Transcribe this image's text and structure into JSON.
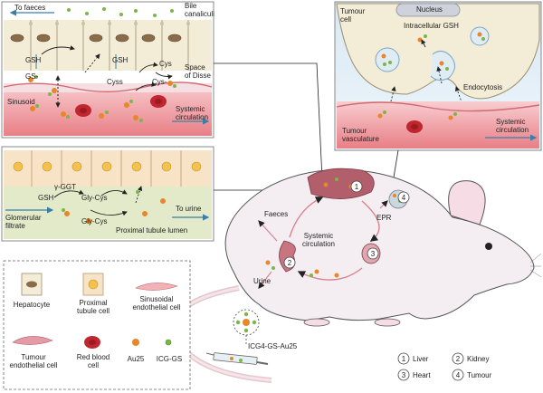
{
  "liver_panel": {
    "to_faeces": "To faeces",
    "bile_canaliculi": "Bile canaliculi",
    "gsh_left": "GSH",
    "gsh_mid": "GSH",
    "gs_minus": "GS-",
    "cys": "Cys",
    "cyss": "Cyss",
    "cys_minus": "Cys-",
    "space_of_disse": "Space of Disse",
    "sinusoid": "Sinusoid",
    "systemic_circulation": "Systemic circulation"
  },
  "kidney_panel": {
    "ggt": "γ-GGT",
    "gsh": "GSH",
    "gly_cys": "Gly-Cys",
    "gly_cys2": "Gly-Cys",
    "glomerular_filtrate": "Glomerular filtrate",
    "to_urine": "To urine",
    "lumen": "Proximal tubule lumen"
  },
  "tumour_panel": {
    "nucleus": "Nucleus",
    "tumour_cell": "Tumour cell",
    "intracellular_gsh": "Intracellular GSH",
    "endocytosis": "Endocytosis",
    "tumour_vasculature": "Tumour vasculature",
    "systemic_circulation": "Systemic circulation"
  },
  "mouse": {
    "faeces": "Faeces",
    "systemic_circulation": "Systemic circulation",
    "epr": "EPR",
    "urine": "Urine",
    "compound": "ICG4-GS-Au25",
    "circle_labels": [
      "1",
      "2",
      "3",
      "4"
    ]
  },
  "legend": {
    "hepatocyte": "Hepatocyte",
    "proximal_tubule_cell": "Proximal tubule cell",
    "sinusoidal_endothelial_cell": "Sinusoidal endothelial cell",
    "tumour_endothelial_cell": "Tumour endothelial cell",
    "red_blood_cell": "Red blood cell",
    "au25": "Au25",
    "icg_gs": "ICG-GS"
  },
  "organ_key": [
    {
      "num": "1",
      "label": "Liver"
    },
    {
      "num": "2",
      "label": "Kidney"
    },
    {
      "num": "3",
      "label": "Heart"
    },
    {
      "num": "4",
      "label": "Tumour"
    }
  ],
  "colors": {
    "au25": "#e8862a",
    "icg_gs": "#7ab648",
    "red_blood": "#c0262e",
    "vessel": "#f3b3b6",
    "cell": "#f1e8cf",
    "arrow_blue": "#3a7fa8"
  }
}
